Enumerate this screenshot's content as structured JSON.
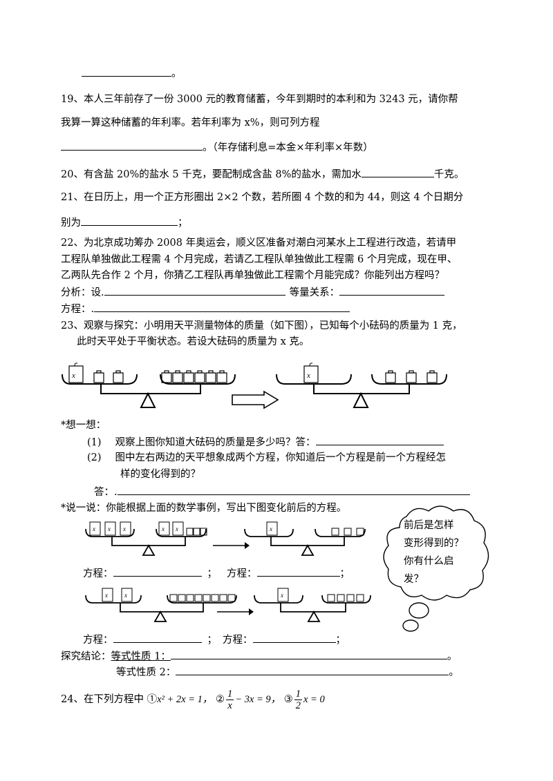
{
  "q18_tail": "。",
  "q19": {
    "line1": "19、本人三年前存了一份 3000 元的教育储蓄，今年到期时的本利和为 3243 元，请你帮",
    "line2": "我算一算这种储蓄的年利率。若年利率为 x%，则可列方程",
    "line3": "。（年存储利息=本金×年利率×年数）"
  },
  "q20": {
    "pre": "20、有含盐 20%的盐水 5 千克，要配制成含盐 8%的盐水，需加水",
    "post": "千克。"
  },
  "q21": {
    "line1": "21、在日历上，用一个正方形圈出 2×2 个数，若所圈 4 个数的和为 44，则这 4 个日期分",
    "pre": "别为",
    "post": "；"
  },
  "q22": {
    "line1": "22、为北京成功筹办 2008 年奥运会，顺义区准备对潮白河某水上工程进行改造，若请甲",
    "line2": "工程队单独做此工程需 4 个月完成，若请乙工程队单独做此工程需 6 个月完成，现在甲、",
    "line3": "乙两队先合作 2 个月，你猜乙工程队再单独做此工程需个月能完成？你能列出方程吗？",
    "analysis": "分析：设.",
    "equal": "等量关系：",
    "equation": "方程：."
  },
  "q23": {
    "line1": "23、观察与探究：小明用天平测量物体的质量（如下图），已知每个小砝码的质量为 1 克，",
    "line2": "此时天平处于平衡状态。若设大砝码的质量为 x 克。",
    "weight_label": "x",
    "think": "*想一想：",
    "p1_num": "(1)",
    "p1_text": "观察上图你知道大砝码的质量是多少吗？答：",
    "p2_num": "(2)",
    "p2_text1": "图中左右两边的天平想象成两个方程，你知道后一个方程是前一个方程经怎",
    "p2_text2": "样的变化得到的？",
    "answer": "答：.",
    "say": "*说一说：你能根据上面的数学事例，写出下图变化前后的方程。",
    "eq_label": "方程：",
    "eq_sep": "；",
    "cloud_lines": [
      "前后是怎样",
      "变形得到的？",
      "你有什么启",
      "发？"
    ],
    "conclusion": "探究结论：",
    "prop1": "等式性质 1：",
    "prop2": "等式性质 2：",
    "period": "。"
  },
  "q24": {
    "text": "24、在下列方程中",
    "opt1_mark": "①",
    "opt1": "x² + 2x = 1，",
    "opt2_mark": "②",
    "frac1_num": "1",
    "frac1_den": "x",
    "opt2_rest": "− 3x = 9，",
    "opt3_mark": "③",
    "frac2_num": "1",
    "frac2_den": "2",
    "opt3_rest": "x = 0"
  }
}
